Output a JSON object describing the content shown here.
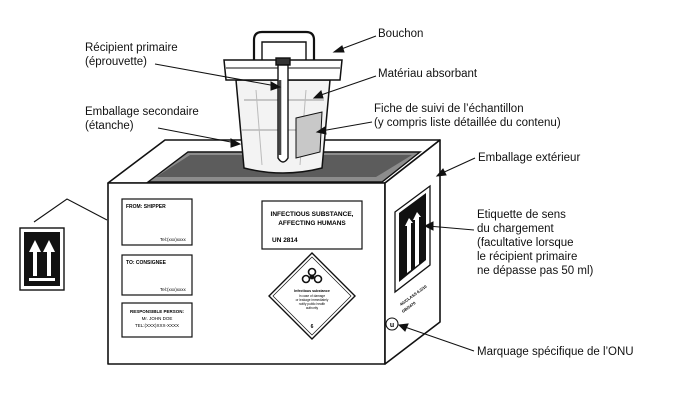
{
  "labels": {
    "bouchon": "Bouchon",
    "recipient_primaire": "Récipient primaire\n(éprouvette)",
    "materiau_absorbant": "Matériau absorbant",
    "emballage_secondaire": "Emballage secondaire\n(étanche)",
    "fiche_suivi": "Fiche de suivi de l’échantillon\n(y compris liste détaillée du contenu)",
    "emballage_exterieur": "Emballage extérieur",
    "etiquette_sens": "Etiquette de sens\ndu chargement\n(facultative lorsque\nle récipient primaire\nne dépasse pas 50 ml)",
    "marquage_onu": "Marquage spécifique de l’ONU"
  },
  "box": {
    "from_label": "FROM: SHIPPER",
    "from_tel": "Tel:(xxx)xxxx",
    "to_label": "TO: CONSIGNEE",
    "to_tel": "Tel:(xxx)xxxx",
    "responsible_line1": "RESPONSIBLE PERSON:",
    "responsible_line2": "Mr. JOHN DOE",
    "responsible_line3": "TEL:(XXX)XXX-XXXX",
    "infectious_line1": "INFECTIOUS SUBSTANCE,",
    "infectious_line2": "AFFECTING HUMANS",
    "un_number": "UN 2814",
    "diamond_line1": "Infectious substance",
    "diamond_line2": "In case of damage",
    "diamond_line3": "or leakage immediately",
    "diamond_line4": "notify public health",
    "diamond_line5": "authority",
    "diamond_class": "6",
    "un_mark_line1": "4G/CLASS 6.2/10",
    "un_mark_line2": "GB/2470"
  },
  "icons": [
    "arrow-orientation-label-icon",
    "biohazard-icon",
    "un-packaging-symbol-icon"
  ]
}
